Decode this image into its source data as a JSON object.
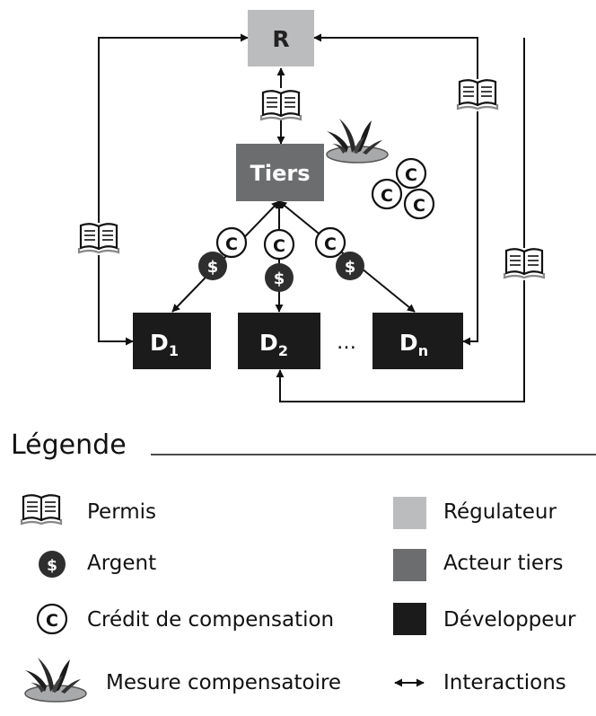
{
  "nodes": {
    "regulator": {
      "label": "R"
    },
    "third_party": {
      "label": "Tiers"
    },
    "developers": [
      {
        "label": "D",
        "sub": "1"
      },
      {
        "label": "D",
        "sub": "2"
      },
      {
        "label": "D",
        "sub": "n"
      }
    ],
    "ellipsis": "…"
  },
  "symbols": {
    "money": "$",
    "credit": "C"
  },
  "legend": {
    "title": "Légende",
    "items": [
      {
        "label": "Permis",
        "symbol": "permit-book-icon"
      },
      {
        "label": "Argent",
        "symbol": "money-coin-icon"
      },
      {
        "label": "Crédit de compensation",
        "symbol": "credit-coin-icon"
      },
      {
        "label": "Mesure compensatoire",
        "symbol": "plant-measure-icon"
      },
      {
        "label": "Régulateur",
        "symbol": "regulator-swatch"
      },
      {
        "label": "Acteur tiers",
        "symbol": "third-party-swatch"
      },
      {
        "label": "Développeur",
        "symbol": "developer-swatch"
      },
      {
        "label": "Interactions",
        "symbol": "interaction-arrow-icon"
      }
    ]
  },
  "colors": {
    "regulator": "#bbbcbd",
    "third_party": "#6c6d6f",
    "developer": "#1b1b1b",
    "money": "#2e2e2e",
    "line": "#111111"
  }
}
